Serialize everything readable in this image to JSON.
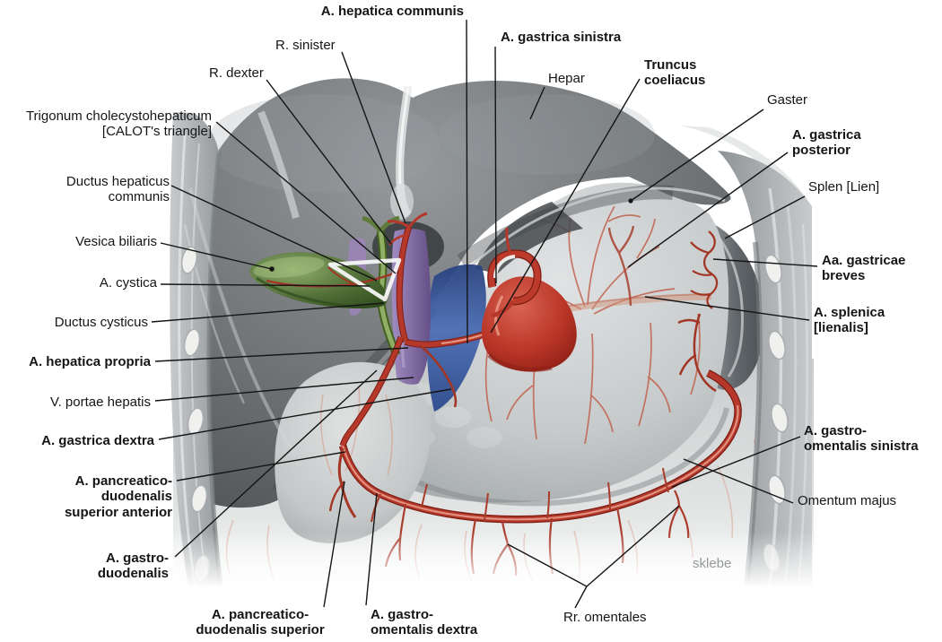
{
  "figure": {
    "type": "anatomical-diagram",
    "subject": "Truncus coeliacus and arteries of stomach, liver and spleen (ventral view)",
    "signature": "sklebe",
    "labels": {
      "a_hepatica_communis": "A. hepatica communis",
      "a_gastrica_sinistra": "A. gastrica sinistra",
      "r_sinister": "R. sinister",
      "r_dexter": "R. dexter",
      "hepar": "Hepar",
      "truncus_coeliacus": "Truncus coeliacus",
      "gaster": "Gaster",
      "a_gastrica_posterior": "A. gastrica posterior",
      "splen_lien": "Splen [Lien]",
      "aa_gastricae_breves": "Aa. gastricae breves",
      "a_splenica_lienalis": "A. splenica [lienalis]",
      "a_gastro_omentalis_sinistra": "A. gastro-omentalis sinistra",
      "omentum_majus": "Omentum majus",
      "trigonum_calot": "Trigonum cholecystohepaticum [CALOT's triangle]",
      "ductus_hepaticus_communis": "Ductus hepaticus communis",
      "vesica_biliaris": "Vesica biliaris",
      "a_cystica": "A. cystica",
      "ductus_cysticus": "Ductus cysticus",
      "a_hepatica_propria": "A. hepatica propria",
      "v_portae_hepatis": "V. portae hepatis",
      "a_gastrica_dextra": "A. gastrica dextra",
      "a_pancreatico_duodenalis_superior_anterior": "A. pancreatico-duodenalis superior anterior",
      "a_gastro_duodenalis": "A. gastro-duodenalis",
      "a_pancreatico_duodenalis_superior": "A. pancreatico-duodenalis superior",
      "a_gastro_omentalis_dextra": "A. gastro-omentalis dextra",
      "rr_omentales": "Rr. omentales"
    },
    "colors": {
      "artery_red": "#b5382a",
      "artery_dark": "#7c1d14",
      "artery_highlight": "#e59a88",
      "gallbladder_green": "#54713a",
      "bile_duct_green": "#8fae66",
      "portal_vein_purple": "#8a6fae",
      "vena_blue": "#3a5ca8",
      "liver_gray": "#6f7377",
      "stomach_gray": "#c6cacb",
      "label_text": "#151515"
    }
  }
}
